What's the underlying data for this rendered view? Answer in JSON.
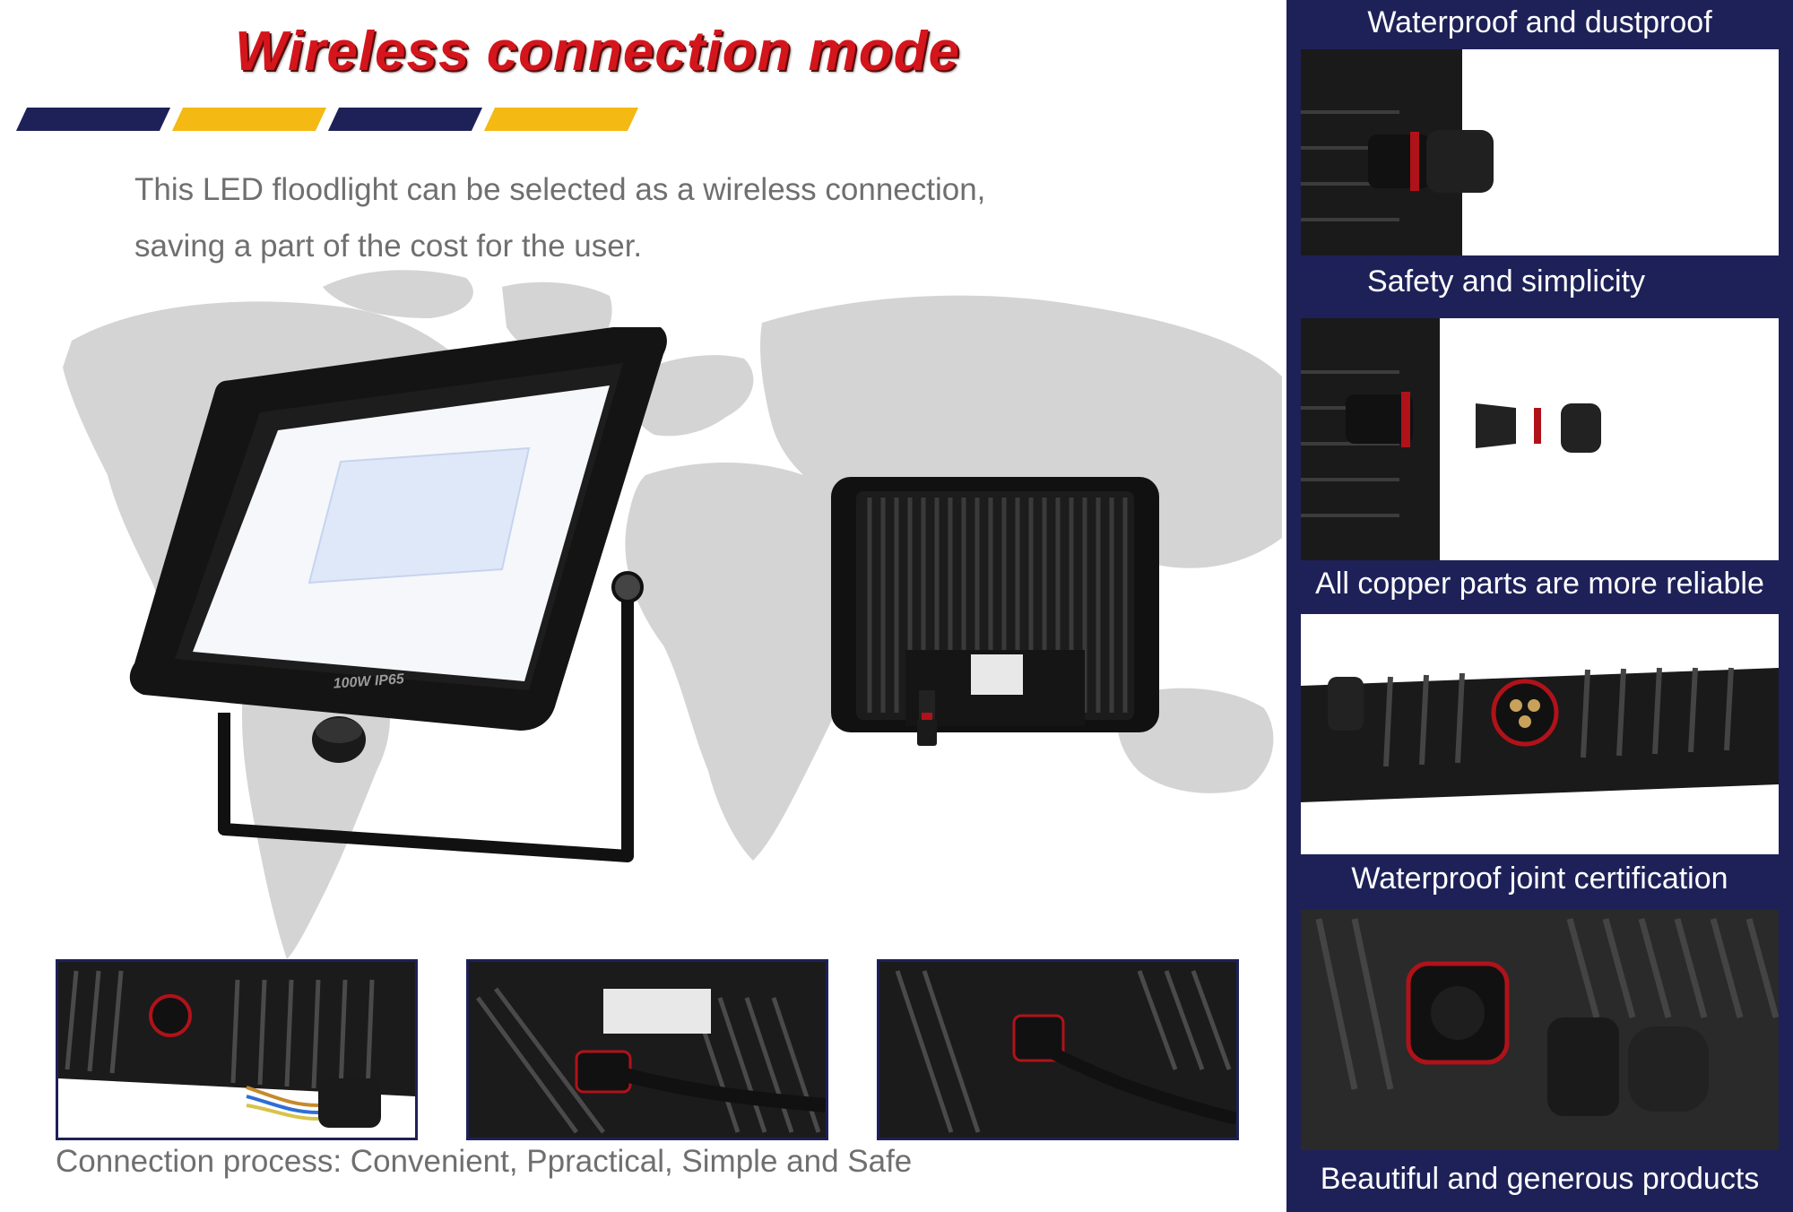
{
  "title": "Wireless connection mode",
  "stripe_colors": [
    "#1e2158",
    "#f4b912",
    "#1e2158",
    "#f4b912"
  ],
  "intro": {
    "line1": "This LED floodlight can be selected as a wireless connection,",
    "line2": "saving a part of the cost for the user."
  },
  "product": {
    "front_label": "100W IP65"
  },
  "bottom_caption": "Connection process: Convenient, Ppractical, Simple and Safe",
  "panel": {
    "labels": [
      "Waterproof and dustproof",
      "Safety and simplicity",
      "All copper parts are more reliable",
      "Waterproof joint certification",
      "Beautiful and generous products"
    ]
  },
  "colors": {
    "title_red": "#d4151c",
    "navy": "#1e2158",
    "gold": "#f4b912",
    "map_grey": "#d4d4d4",
    "text_grey": "#6f6f6f"
  }
}
